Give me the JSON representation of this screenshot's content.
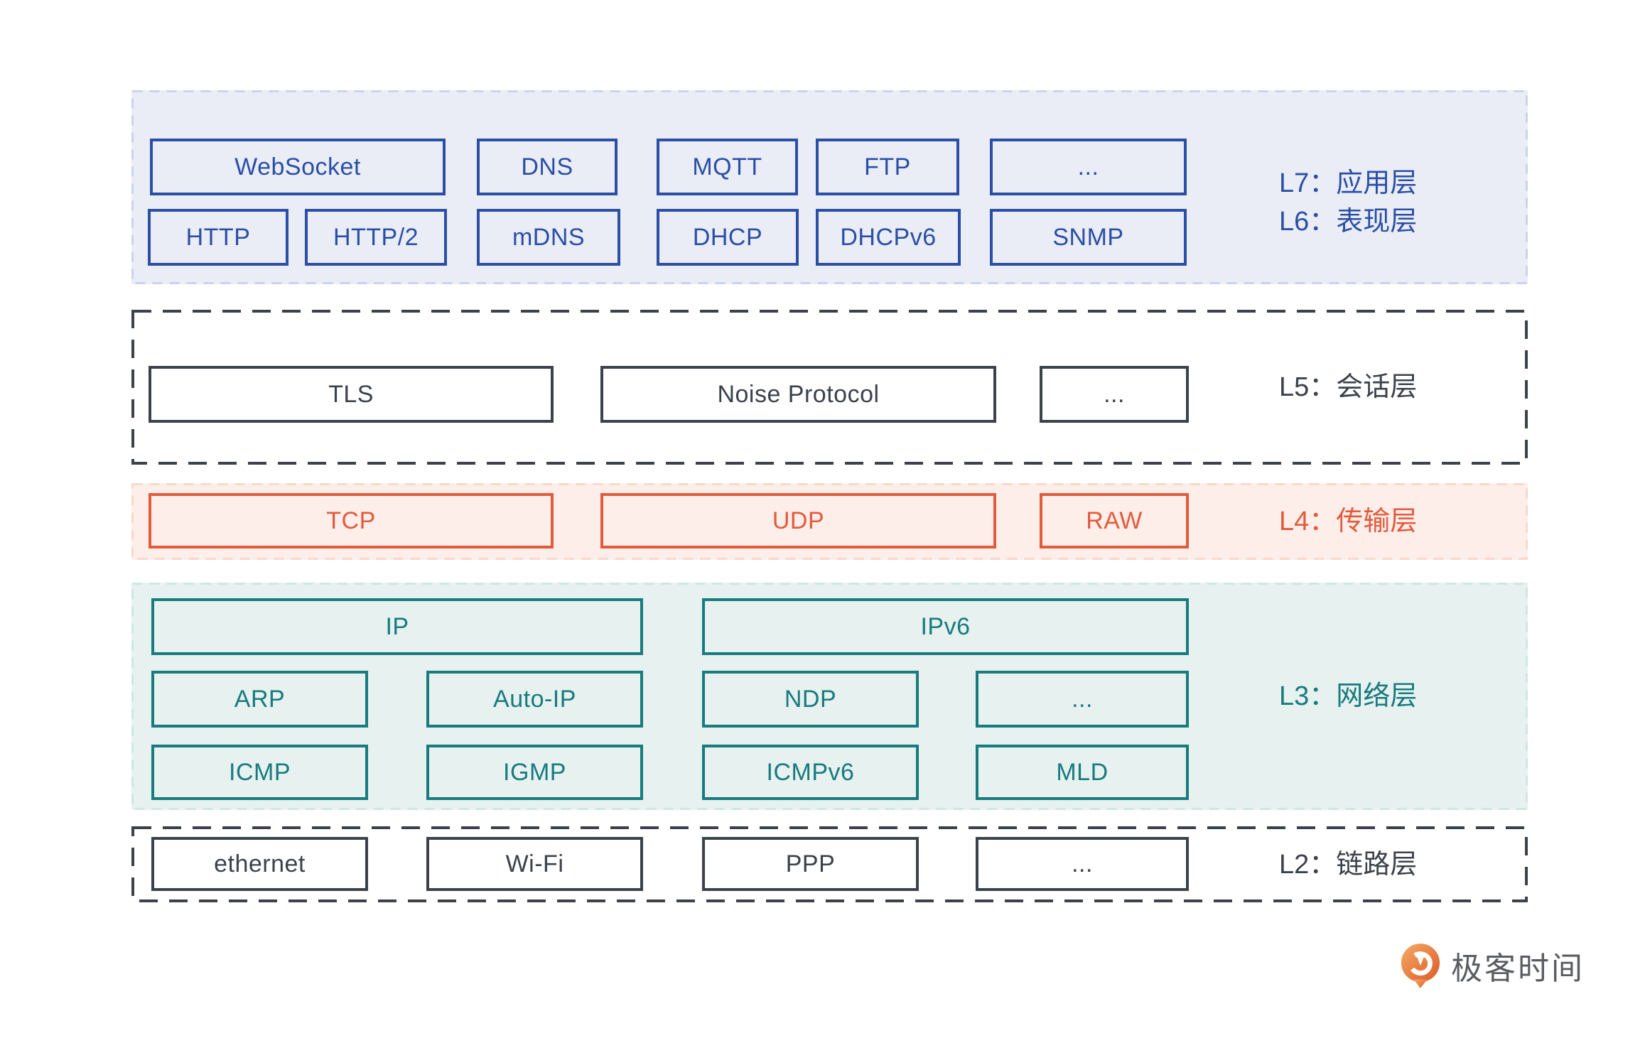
{
  "layers": [
    {
      "id": "L7-L6",
      "labels": [
        "L7：应用层",
        "L6：表现层"
      ],
      "colors": {
        "accent": "#2b4fa5",
        "background": "#eaedf6",
        "dash": "#c9d4ec"
      },
      "rows": [
        [
          "WebSocket",
          "DNS",
          "MQTT",
          "FTP",
          "..."
        ],
        [
          "HTTP",
          "HTTP/2",
          "mDNS",
          "DHCP",
          "DHCPv6",
          "SNMP"
        ]
      ]
    },
    {
      "id": "L5",
      "labels": [
        "L5：会话层"
      ],
      "colors": {
        "accent": "#3b424b",
        "background": "#ffffff",
        "dash": "#3b424b"
      },
      "rows": [
        [
          "TLS",
          "Noise Protocol",
          "..."
        ]
      ]
    },
    {
      "id": "L4",
      "labels": [
        "L4：传输层"
      ],
      "colors": {
        "accent": "#e25b3d",
        "background": "#fdeee9",
        "dash": "#f8d8cd"
      },
      "rows": [
        [
          "TCP",
          "UDP",
          "RAW"
        ]
      ]
    },
    {
      "id": "L3",
      "labels": [
        "L3：网络层"
      ],
      "colors": {
        "accent": "#187b7e",
        "background": "#e7f1f0",
        "dash": "#cfe6e3"
      },
      "rows": [
        [
          "IP",
          "IPv6"
        ],
        [
          "ARP",
          "Auto-IP",
          "NDP",
          "..."
        ],
        [
          "ICMP",
          "IGMP",
          "ICMPv6",
          "MLD"
        ]
      ]
    },
    {
      "id": "L2",
      "labels": [
        "L2：链路层"
      ],
      "colors": {
        "accent": "#3b424b",
        "background": "#ffffff",
        "dash": "#3b424b"
      },
      "rows": [
        [
          "ethernet",
          "Wi-Fi",
          "PPP",
          "..."
        ]
      ]
    }
  ],
  "logo": {
    "text": "极客时间",
    "orange": "#e8702f",
    "text_color": "#595c61"
  }
}
